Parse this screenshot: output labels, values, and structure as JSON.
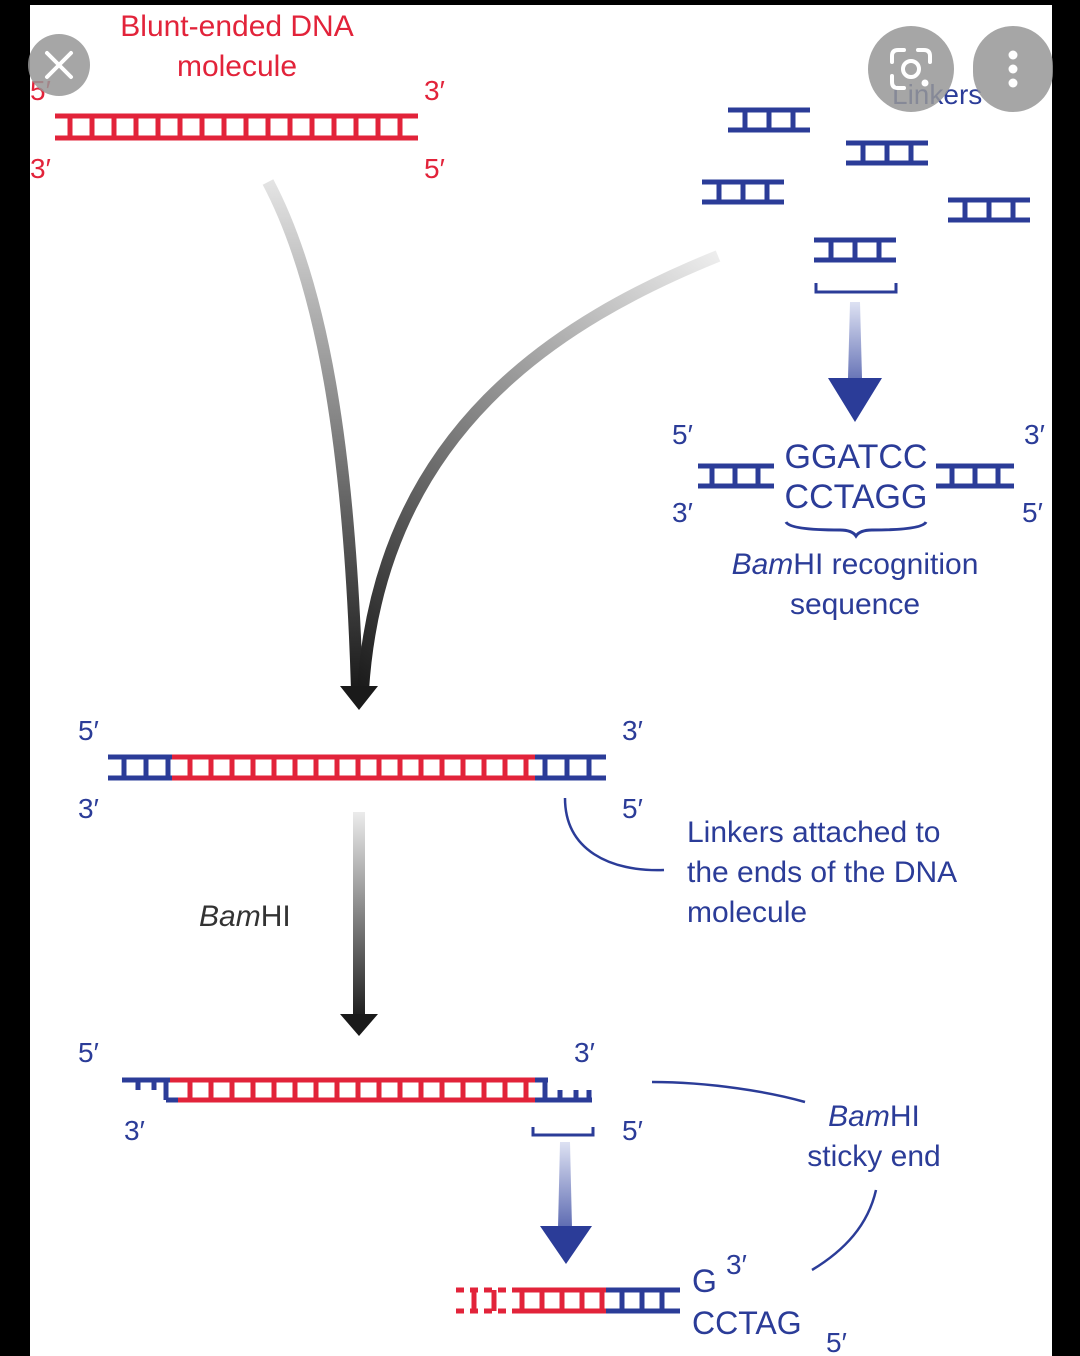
{
  "colors": {
    "red": "#e2233a",
    "blue": "#2b3c98",
    "gray": "#444444"
  },
  "controls": {
    "close_icon": "close-icon",
    "lens_icon": "google-lens-icon",
    "more_icon": "more-vert-icon"
  },
  "diagram": {
    "blunt_title_line1": "Blunt-ended DNA",
    "blunt_title_line2": "molecule",
    "blunt_5_left": "5′",
    "blunt_3_right": "3′",
    "blunt_3_left": "3′",
    "blunt_5_right": "5′",
    "linkers_label": "Linkers",
    "seq_5_left": "5′",
    "seq_3_right": "3′",
    "seq_3_left": "3′",
    "seq_5_right": "5′",
    "seq_top": "GGATCC",
    "seq_bottom": "CCTAGG",
    "bamhi_recog_italic": "Bam",
    "bamhi_recog_rest": "HI recognition",
    "sequence_word": "sequence",
    "attached_5_left": "5′",
    "attached_3_right": "3′",
    "attached_3_left": "3′",
    "attached_5_right": "5′",
    "attached_note_1": "Linkers attached to",
    "attached_note_2": "the ends of the DNA",
    "attached_note_3": "molecule",
    "enzyme_italic": "Bam",
    "enzyme_rest": "HI",
    "cut_5_left": "5′",
    "cut_3_right": "3′",
    "cut_3_left": "3′",
    "cut_5_right": "5′",
    "sticky_italic": "Bam",
    "sticky_rest": "HI",
    "sticky_line2": "sticky end",
    "end_G": "G",
    "end_3": "3′",
    "end_CCTAG": "CCTAG",
    "end_5": "5′"
  }
}
